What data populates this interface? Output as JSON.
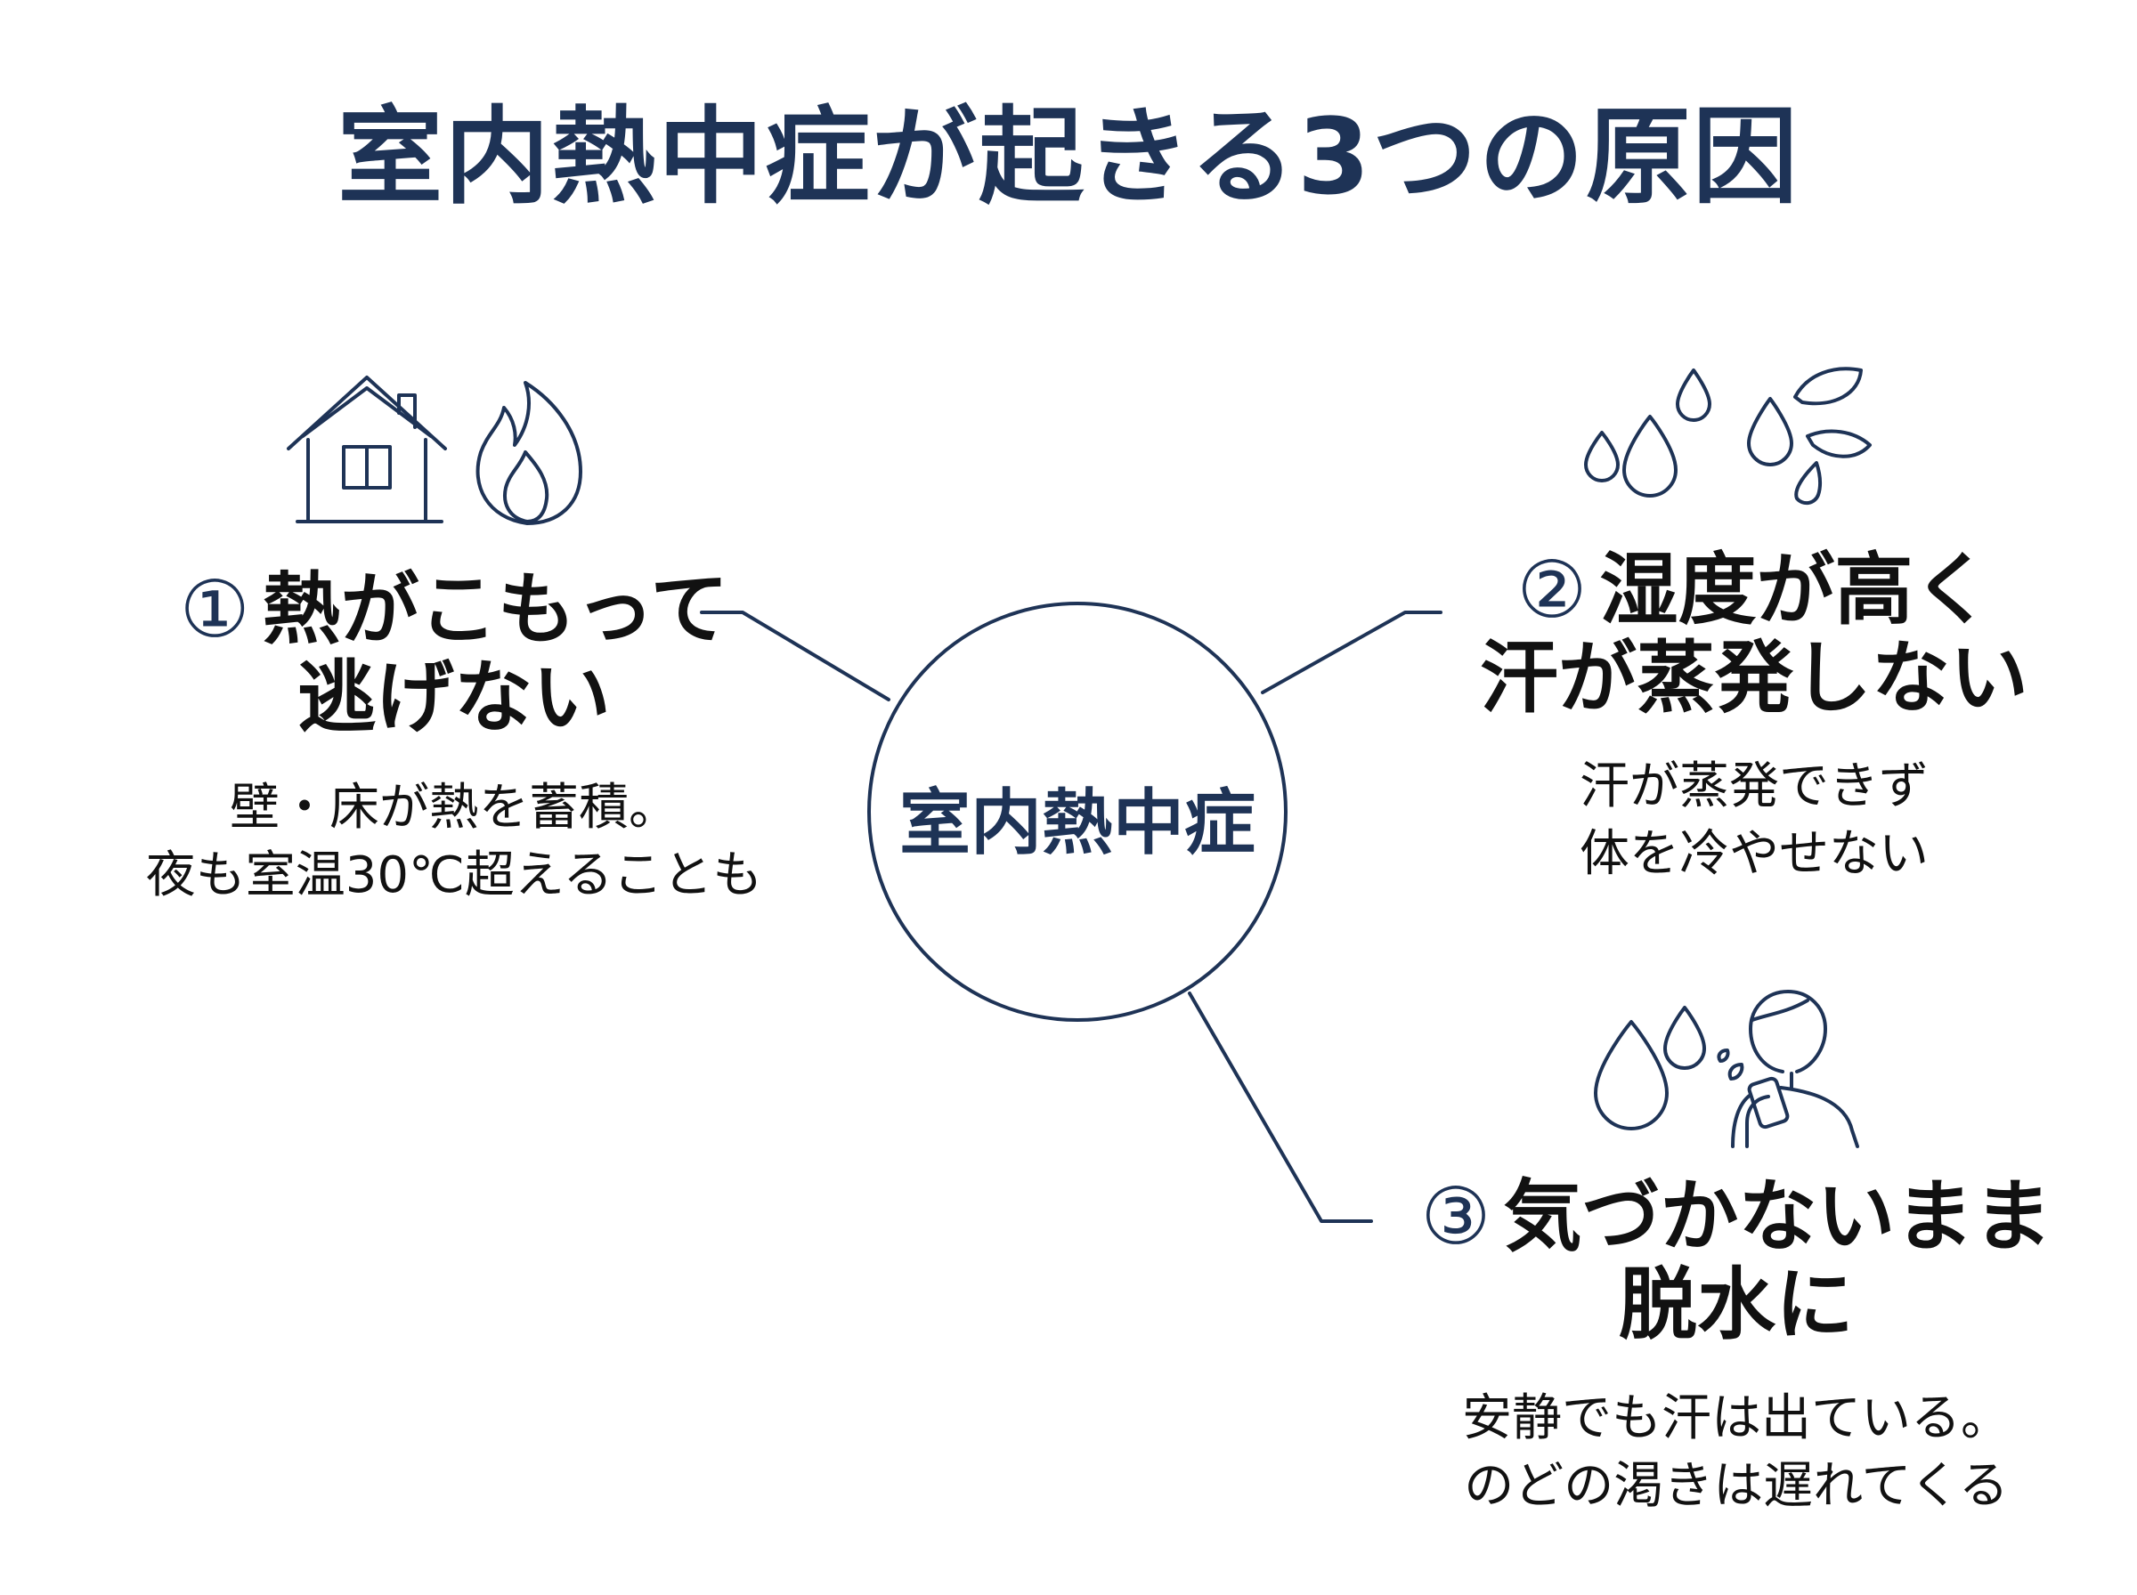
{
  "title": "室内熱中症が起きる3つの原因",
  "hub": {
    "label": "室内熱中症"
  },
  "causes": [
    {
      "number": "①",
      "heading_lines": [
        "熱がこもって",
        "逃げない"
      ],
      "desc_lines": [
        "壁・床が熱を蓄積。",
        "夜も室温30℃超えることも"
      ],
      "icons": [
        "house-icon",
        "flame-icon"
      ]
    },
    {
      "number": "②",
      "heading_lines": [
        "湿度が高く",
        "汗が蒸発しない"
      ],
      "desc_lines": [
        "汗が蒸発できず",
        "体を冷やせない"
      ],
      "icons": [
        "water-drops-icon",
        "splash-drops-icon"
      ]
    },
    {
      "number": "③",
      "heading_lines": [
        "気づかないまま",
        "脱水に"
      ],
      "desc_lines": [
        "安静でも汗は出ている。",
        "のどの渇きは遅れてくる"
      ],
      "icons": [
        "sweat-drops-icon",
        "person-drinking-icon"
      ]
    }
  ],
  "colors": {
    "navy": "#1e3356",
    "text": "#111111",
    "background": "#ffffff"
  }
}
